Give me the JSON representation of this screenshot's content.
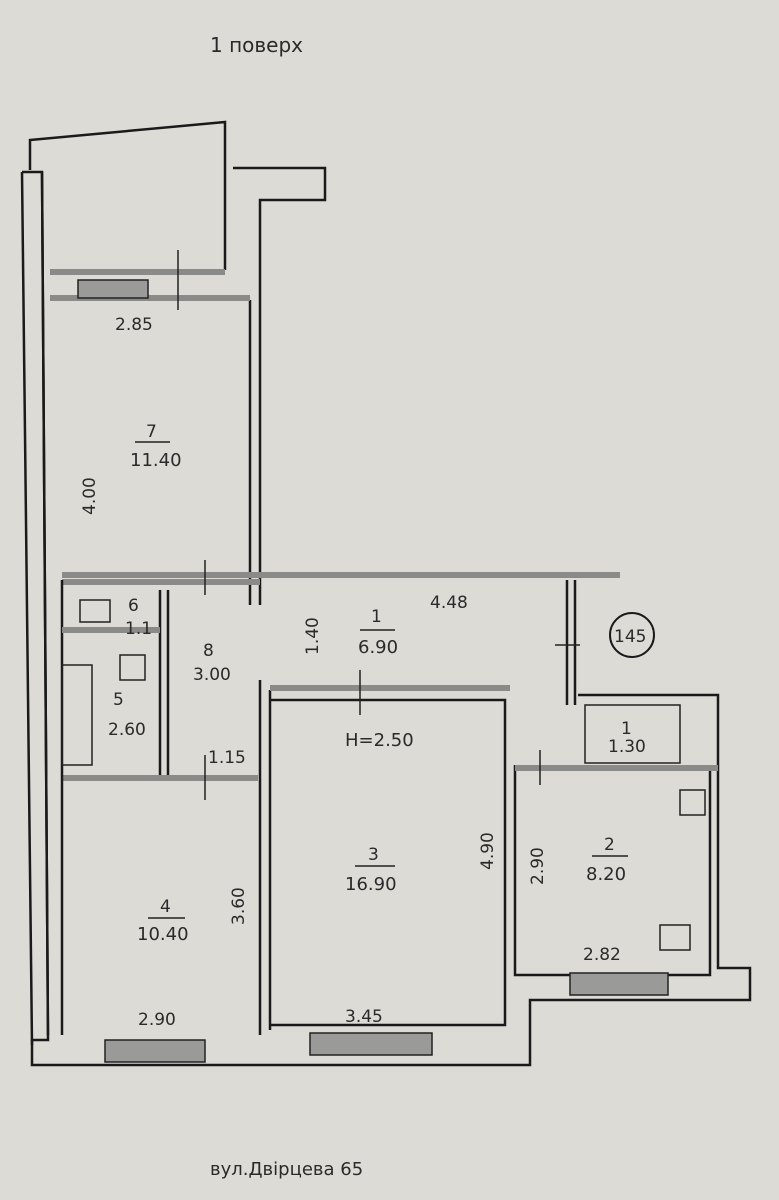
{
  "title": "1 поверх",
  "address": "вул.Двірцева 65",
  "ceiling_height": "H=2.50",
  "apartment_number": "145",
  "rooms": [
    {
      "number": "7",
      "area": "11.40"
    },
    {
      "number": "6",
      "area": "1.1"
    },
    {
      "number": "8",
      "area": "3.00"
    },
    {
      "number": "1",
      "area": "6.90"
    },
    {
      "number": "5",
      "area": "2.60"
    },
    {
      "number": "1",
      "area": "1.30"
    },
    {
      "number": "4",
      "area": "10.40"
    },
    {
      "number": "3",
      "area": "16.90"
    },
    {
      "number": "2",
      "area": "8.20"
    }
  ],
  "dimensions": {
    "room7_width": "2.85",
    "room7_length": "4.00",
    "hall_length": "4.48",
    "hall_width": "1.40",
    "corridor_width": "1.15",
    "room4_length": "3.60",
    "room4_width": "2.90",
    "room3_length": "4.90",
    "room3_width": "3.45",
    "room2_length": "2.90",
    "room2_width": "2.82"
  }
}
